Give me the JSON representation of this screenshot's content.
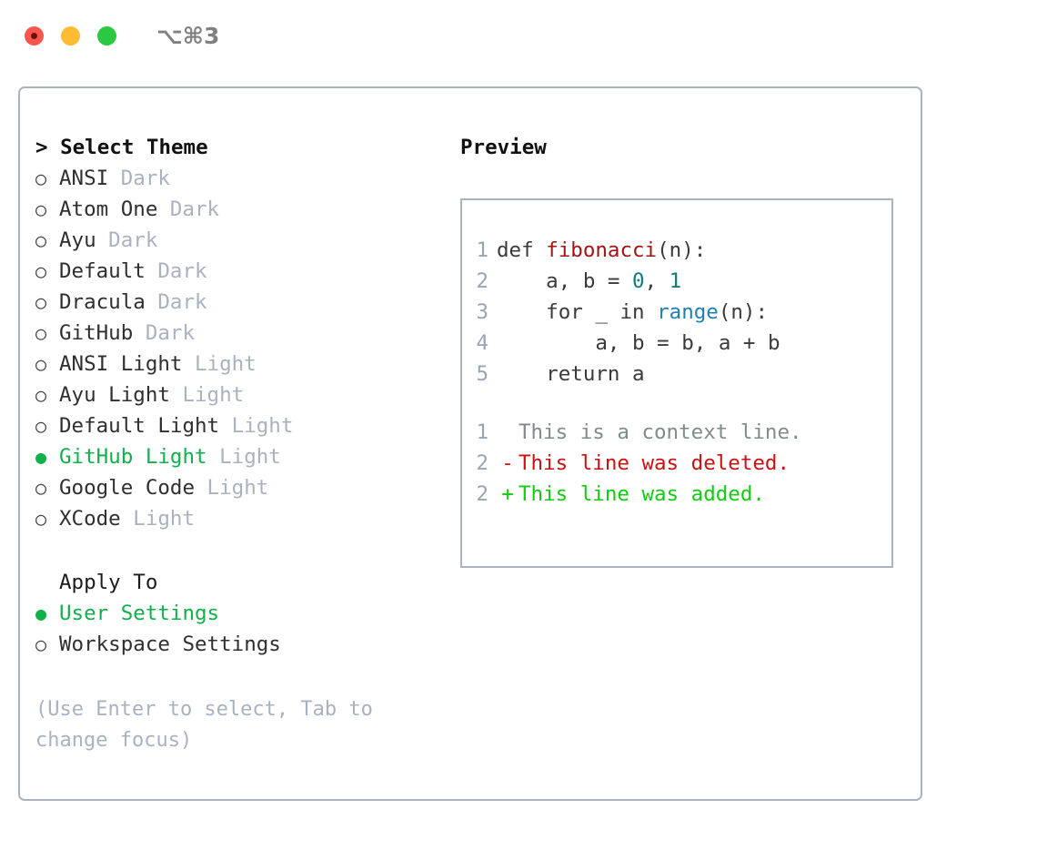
{
  "titlebar": {
    "shortcut": "⌥⌘3",
    "lights": [
      "close-red",
      "minimize-yellow",
      "zoom-green"
    ]
  },
  "theme_panel": {
    "heading": "> Select Theme",
    "caret": ">",
    "heading_text": "Select Theme",
    "selected_color": "#10b14b",
    "badge_color": "#a9b2c0",
    "bullet_selected": "●",
    "bullet_unselected": "○",
    "items": [
      {
        "label": "ANSI",
        "badge": "Dark",
        "selected": false
      },
      {
        "label": "Atom One",
        "badge": "Dark",
        "selected": false
      },
      {
        "label": "Ayu",
        "badge": "Dark",
        "selected": false
      },
      {
        "label": "Default",
        "badge": "Dark",
        "selected": false
      },
      {
        "label": "Dracula",
        "badge": "Dark",
        "selected": false
      },
      {
        "label": "GitHub",
        "badge": "Dark",
        "selected": false
      },
      {
        "label": "ANSI Light",
        "badge": "Light",
        "selected": false
      },
      {
        "label": "Ayu Light",
        "badge": "Light",
        "selected": false
      },
      {
        "label": "Default Light",
        "badge": "Light",
        "selected": false
      },
      {
        "label": "GitHub Light",
        "badge": "Light",
        "selected": true
      },
      {
        "label": "Google Code",
        "badge": "Light",
        "selected": false
      },
      {
        "label": "XCode",
        "badge": "Light",
        "selected": false
      }
    ]
  },
  "apply_to": {
    "heading": "Apply To",
    "items": [
      {
        "label": "User Settings",
        "selected": true
      },
      {
        "label": "Workspace Settings",
        "selected": false
      }
    ]
  },
  "hint": "(Use Enter to select, Tab to change focus)",
  "preview": {
    "title": "Preview",
    "code": [
      {
        "num": "1",
        "tokens": [
          {
            "t": "def ",
            "c": "plain"
          },
          {
            "t": "fibonacci",
            "c": "fn"
          },
          {
            "t": "(n):",
            "c": "plain"
          }
        ]
      },
      {
        "num": "2",
        "tokens": [
          {
            "t": "    a, b = ",
            "c": "plain"
          },
          {
            "t": "0",
            "c": "num"
          },
          {
            "t": ", ",
            "c": "plain"
          },
          {
            "t": "1",
            "c": "num"
          }
        ]
      },
      {
        "num": "3",
        "tokens": [
          {
            "t": "    for _ in ",
            "c": "plain"
          },
          {
            "t": "range",
            "c": "builtin"
          },
          {
            "t": "(n):",
            "c": "plain"
          }
        ]
      },
      {
        "num": "4",
        "tokens": [
          {
            "t": "        a, b = b, a + b",
            "c": "plain"
          }
        ]
      },
      {
        "num": "5",
        "tokens": [
          {
            "t": "    return a",
            "c": "plain"
          }
        ]
      }
    ],
    "diff": [
      {
        "num": "1",
        "sign": " ",
        "text": "This is a context line.",
        "kind": "context"
      },
      {
        "num": "2",
        "sign": "-",
        "text": "This line was deleted.",
        "kind": "del"
      },
      {
        "num": "2",
        "sign": "+",
        "text": "This line was added.",
        "kind": "add"
      }
    ],
    "colors": {
      "function": "#a31515",
      "number": "#0e7c7b",
      "builtin": "#1d7fb3",
      "plain": "#3a3a3a",
      "gutter": "#9aa4b4",
      "diff_context": "#808b8b",
      "diff_deleted": "#cc1111",
      "diff_added": "#11cc11"
    }
  }
}
